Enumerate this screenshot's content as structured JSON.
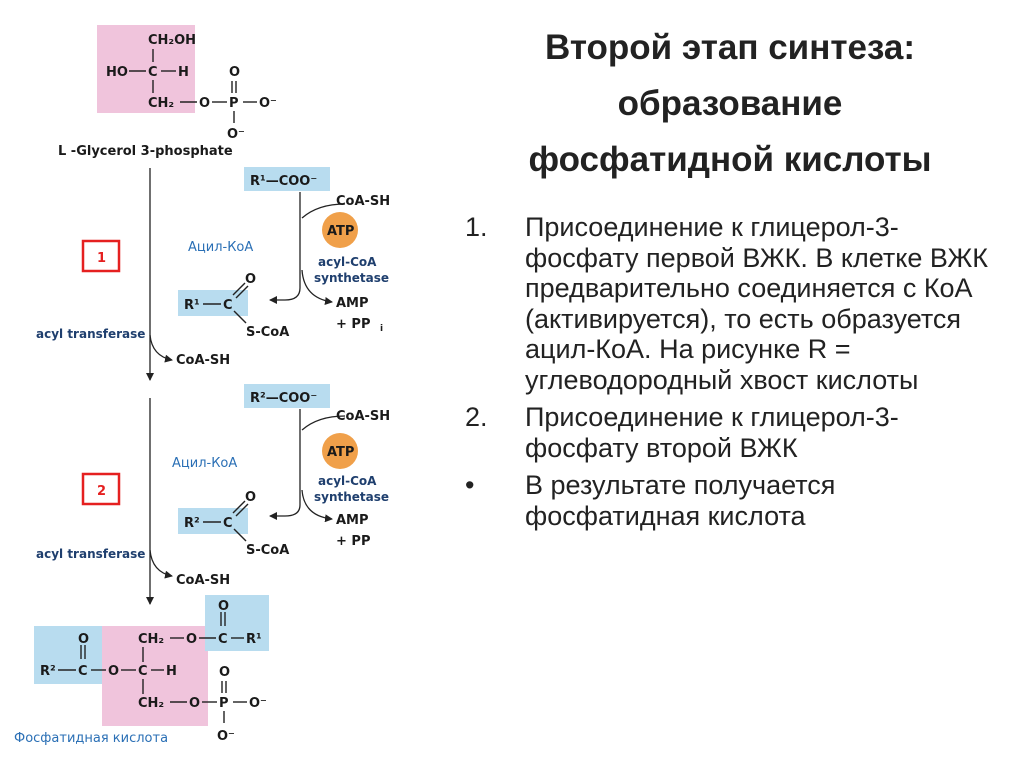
{
  "title": {
    "line1": "Второй этап синтеза:",
    "line2": "образование",
    "line3": "фосфатидной кислоты"
  },
  "list": [
    {
      "marker": "1.",
      "text": "Присоединение к глицерол-3-фосфату первой ВЖК. В клетке ВЖК предварительно соединяется с КоА (активируется), то есть образуется ацил-КоА. На рисунке R = углеводородный хвост кислоты"
    },
    {
      "marker": "2.",
      "text": "Присоединение к глицерол-3-фосфату второй ВЖК"
    },
    {
      "marker": "•",
      "text": "В результате получается фосфатидная кислота"
    }
  ],
  "diagram": {
    "glycerol": {
      "ch2oh": "CH₂OH",
      "ho": "HO",
      "c": "C",
      "h": "H",
      "ch2": "CH₂",
      "o": "O",
      "p": "P",
      "o_top": "O",
      "o_minus": "O⁻",
      "o_minus_bottom": "O⁻",
      "name": "L -Glycerol 3-phosphate"
    },
    "step1": {
      "number": "1",
      "r_coo": "R¹—COO⁻",
      "coa_sh_in": "CoA-SH",
      "atp": "ATP",
      "synthetase_l1": "acyl-CoA",
      "synthetase_l2": "synthetase",
      "acyl_coa_label": "Ацил-КоА",
      "r": "R¹",
      "c": "C",
      "o": "O",
      "scoa": "S-CoA",
      "amp": "AMP",
      "pp": "+  PP",
      "pp_sub": "i",
      "transferase": "acyl transferase",
      "coa_sh_out": "CoA-SH"
    },
    "step2": {
      "number": "2",
      "r_coo": "R²—COO⁻",
      "coa_sh_in": "CoA-SH",
      "atp": "ATP",
      "synthetase_l1": "acyl-CoA",
      "synthetase_l2": "synthetase",
      "acyl_coa_label": "Ацил-КоА",
      "r": "R²",
      "c": "C",
      "o": "O",
      "scoa": "S-CoA",
      "amp": "AMP",
      "pp": "+  PP",
      "transferase": "acyl transferase",
      "coa_sh_out": "CoA-SH"
    },
    "product": {
      "ch2_top": "CH₂",
      "o1": "O",
      "c1": "C",
      "r1": "R¹",
      "o_carbonyl1": "O",
      "r2": "R²",
      "c2": "C",
      "o2": "O",
      "o_carbonyl2": "O",
      "c_center": "C",
      "h": "H",
      "ch2_bottom": "CH₂",
      "o3": "O",
      "p": "P",
      "o_top": "O",
      "o_minus": "O⁻",
      "o_minus_bottom": "O⁻",
      "name": "Фосфатидная кислота"
    }
  },
  "colors": {
    "glycerol_box": "#f0c4dc",
    "acyl_box": "#b8dcef",
    "atp_circle": "#f0a04a",
    "step_box": "#e52020",
    "enzyme_text": "#1f3f6e",
    "russian_label": "#2a6fb5"
  }
}
